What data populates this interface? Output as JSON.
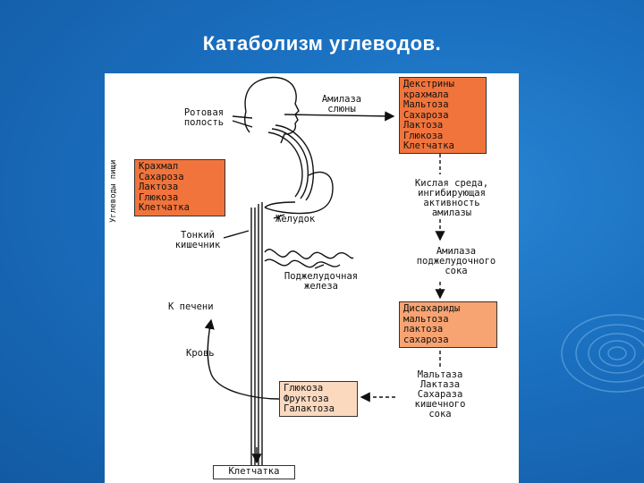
{
  "title": "Катаболизм углеводов.",
  "diagram": {
    "vertical_label": "Углеводы пищи",
    "food_box": [
      "Крахмал",
      "Сахароза",
      "Лактоза",
      "Глюкоза",
      "Клетчатка"
    ],
    "mouth_label": [
      "Ротовая",
      "полость"
    ],
    "saliva_amylase": [
      "Амилаза",
      "слюны"
    ],
    "top_right_box": [
      "Декстрины",
      "крахмала",
      "Мальтоза",
      "Сахароза",
      "Лактоза",
      "Глюкоза",
      "Клетчатка"
    ],
    "acid_note": [
      "Кислая среда,",
      "ингибирующая",
      "активность",
      "амилазы"
    ],
    "stomach": "Желудок",
    "small_intestine": [
      "Тонкий",
      "кишечник"
    ],
    "pancreas": [
      "Поджелудочная",
      "железа"
    ],
    "pancreatic_amylase": [
      "Амилаза",
      "поджелудочного",
      "сока"
    ],
    "disaccharides_box": [
      "Дисахариды",
      "мальтоза",
      "лактоза",
      "сахароза"
    ],
    "to_liver": "К печени",
    "blood": "Кровь",
    "monosaccharides_box": [
      "Глюкоза",
      "Фруктоза",
      "Галактоза"
    ],
    "enzymes": [
      "Мальтаза",
      "Лактаза",
      "Сахараза",
      "кишечного",
      "сока"
    ],
    "fiber": "Клетчатка"
  },
  "colors": {
    "background": "#1a6fbf",
    "box_orange": "#f0743c",
    "box_light": "#f7a472",
    "box_peach": "#fbd9bf"
  }
}
